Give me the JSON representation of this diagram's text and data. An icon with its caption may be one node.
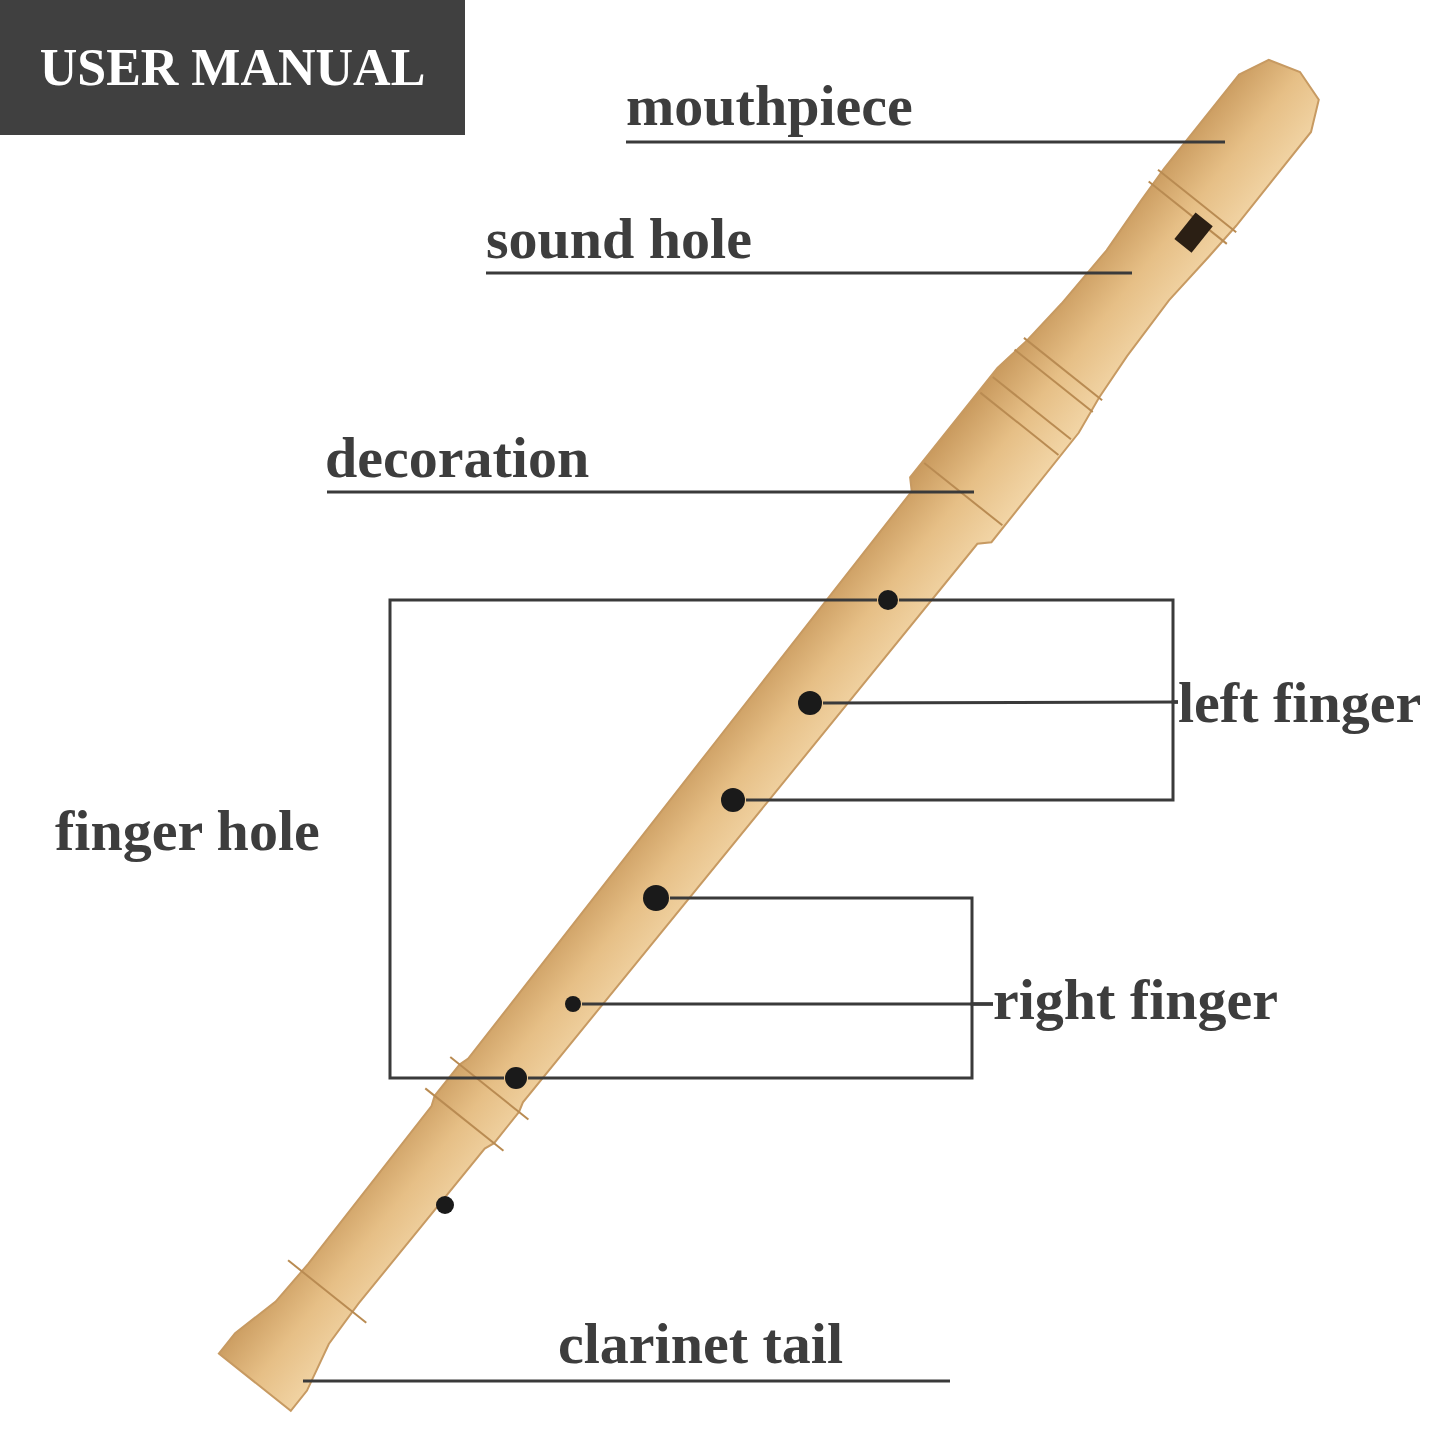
{
  "diagram": {
    "title": "USER MANUAL",
    "nodes": [
      {
        "text": [
          "mouthpiece"
        ]
      },
      {
        "text": [
          "sound hole"
        ]
      },
      {
        "text": [
          "decoration"
        ]
      },
      {
        "text": [
          "finger hole"
        ]
      },
      {
        "text": [
          "left finger"
        ]
      },
      {
        "text": [
          "right finger"
        ]
      },
      {
        "text": [
          "clarinet tail"
        ]
      },
      {
        "text": [],
        "shape": "circle"
      },
      {
        "text": [],
        "shape": "circle"
      },
      {
        "text": [],
        "shape": "circle"
      },
      {
        "text": [],
        "shape": "circle"
      },
      {
        "text": [],
        "shape": "circle"
      },
      {
        "text": [],
        "shape": "circle"
      }
    ],
    "edges": [
      {
        "from": 0,
        "to": null,
        "arrow": "none"
      },
      {
        "from": 1,
        "to": null,
        "arrow": "none"
      },
      {
        "from": 2,
        "to": null,
        "arrow": "none"
      },
      {
        "from": 3,
        "to": 7,
        "arrow": "none"
      },
      {
        "from": 3,
        "to": 12,
        "arrow": "none"
      },
      {
        "from": 4,
        "to": 7,
        "arrow": "none"
      },
      {
        "from": 4,
        "to": 8,
        "arrow": "none"
      },
      {
        "from": 4,
        "to": 9,
        "arrow": "none"
      },
      {
        "from": 5,
        "to": 10,
        "arrow": "none"
      },
      {
        "from": 5,
        "to": 11,
        "arrow": "none"
      },
      {
        "from": 5,
        "to": 12,
        "arrow": "none"
      },
      {
        "from": 6,
        "to": null,
        "arrow": "none"
      }
    ]
  }
}
